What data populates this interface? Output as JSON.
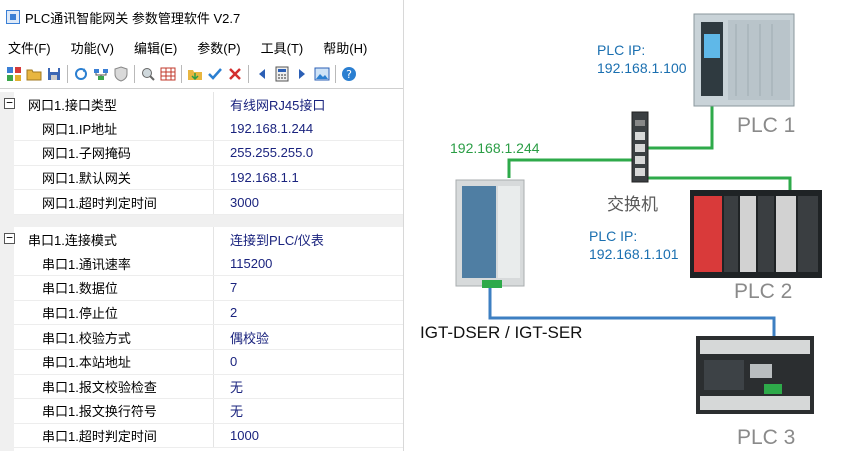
{
  "window": {
    "title": "PLC通讯智能网关 参数管理软件 V2.7",
    "menu": [
      "文件(F)",
      "功能(V)",
      "编辑(E)",
      "参数(P)",
      "工具(T)",
      "帮助(H)"
    ]
  },
  "ethernet_group": {
    "header_name": "网口1.接口类型",
    "header_value": "有线网RJ45接口",
    "rows": [
      {
        "name": "网口1.IP地址",
        "value": "192.168.1.244"
      },
      {
        "name": "网口1.子网掩码",
        "value": "255.255.255.0"
      },
      {
        "name": "网口1.默认网关",
        "value": "192.168.1.1"
      },
      {
        "name": "网口1.超时判定时间",
        "value": "3000"
      }
    ]
  },
  "serial_group": {
    "header_name": "串口1.连接模式",
    "header_value": "连接到PLC/仪表",
    "rows": [
      {
        "name": "串口1.通讯速率",
        "value": "115200"
      },
      {
        "name": "串口1.数据位",
        "value": "7"
      },
      {
        "name": "串口1.停止位",
        "value": "2"
      },
      {
        "name": "串口1.校验方式",
        "value": "偶校验"
      },
      {
        "name": "串口1.本站地址",
        "value": "0"
      },
      {
        "name": "串口1.报文校验检查",
        "value": "无"
      },
      {
        "name": "串口1.报文换行符号",
        "value": "无"
      },
      {
        "name": "串口1.超时判定时间",
        "value": "1000"
      }
    ]
  },
  "diagram": {
    "plc1_ip_label": "PLC IP:",
    "plc1_ip": "192.168.1.100",
    "plc1_name": "PLC 1",
    "plc2_ip_label": "PLC IP:",
    "plc2_ip": "192.168.1.101",
    "plc2_name": "PLC 2",
    "plc3_name": "PLC 3",
    "gateway_ip": "192.168.1.244",
    "switch_name": "交换机",
    "gateway_name": "IGT-DSER / IGT-SER"
  },
  "colors": {
    "ethernet_cable": "#2eaa4a",
    "serial_cable": "#3d7fc2",
    "value_text": "#1a237e"
  }
}
